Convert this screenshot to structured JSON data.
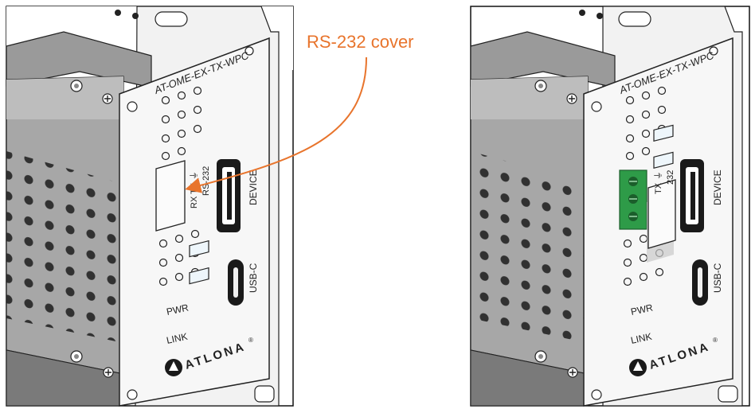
{
  "callout": {
    "label": "RS-232 cover",
    "color": "#e8742c"
  },
  "left_panel": {
    "model": "AT-OME-EX-TX-WPC",
    "port_labels": {
      "rx": "RX",
      "tx": "TX",
      "ground": "⏚",
      "rs232": "RS-232"
    },
    "device_label": "DEVICE",
    "usbc_label": "USB-C",
    "pwr_label": "PWR",
    "link_label": "LINK",
    "brand": "ATLONA",
    "reg": "®"
  },
  "right_panel": {
    "model": "AT-OME-EX-TX-WPC",
    "port_labels": {
      "tx": "TX",
      "ground": "⏚",
      "rs232": "232"
    },
    "device_label": "DEVICE",
    "usbc_label": "USB-C",
    "pwr_label": "PWR",
    "link_label": "LINK",
    "brand": "ATLONA",
    "reg": "®",
    "terminal_color": "#2e9b48"
  }
}
